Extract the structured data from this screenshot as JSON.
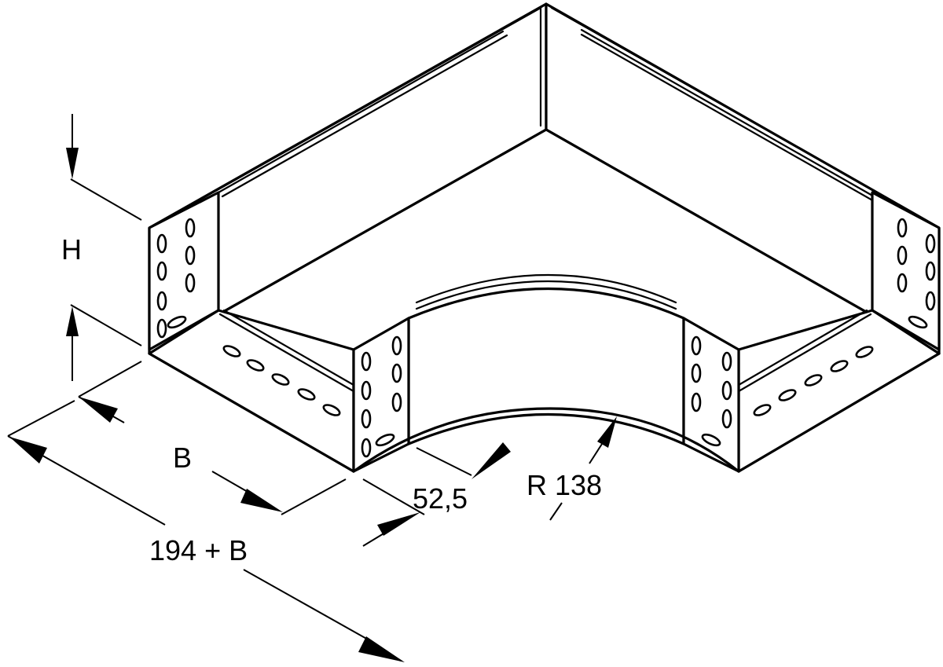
{
  "labels": {
    "height": "H",
    "width": "B",
    "overall": "194 + B",
    "offset": "52,5",
    "radius": "R 138"
  }
}
